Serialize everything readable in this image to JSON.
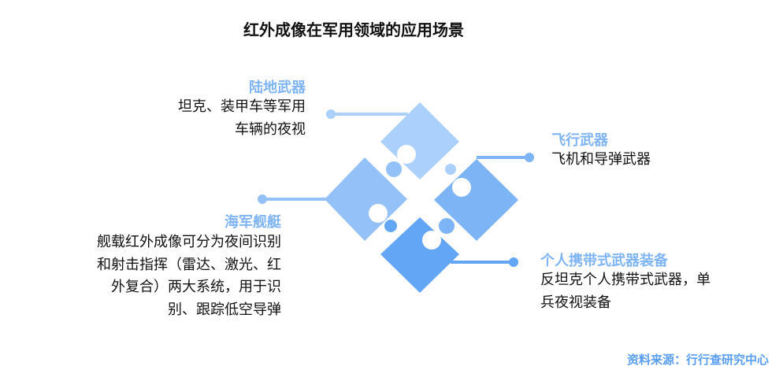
{
  "title": "红外成像在军用领域的应用场景",
  "items": [
    {
      "heading": "陆地武器",
      "lines": [
        "坦克、装甲车等军用",
        "车辆的夜视"
      ]
    },
    {
      "heading": "飞行武器",
      "lines": [
        "飞机和导弹武器"
      ]
    },
    {
      "heading": "海军舰艇",
      "lines": [
        "舰载红外成像可分为夜间识别",
        "和射击指挥（雷达、激光、红",
        "外复合）两大系统，用于识",
        "别、跟踪低空导弹"
      ]
    },
    {
      "heading": "个人携带式武器装备",
      "lines": [
        "反坦克个人携带式武器，单",
        "兵夜视装备"
      ]
    }
  ],
  "source": "资料来源：行行查研究中心",
  "colors": {
    "piece_top": "#abd0fb",
    "piece_left": "#94c2f8",
    "piece_right": "#7cb4f6",
    "piece_bottom": "#63a6f5",
    "heading": "#7fb4f5",
    "source": "#5a9ef2"
  }
}
